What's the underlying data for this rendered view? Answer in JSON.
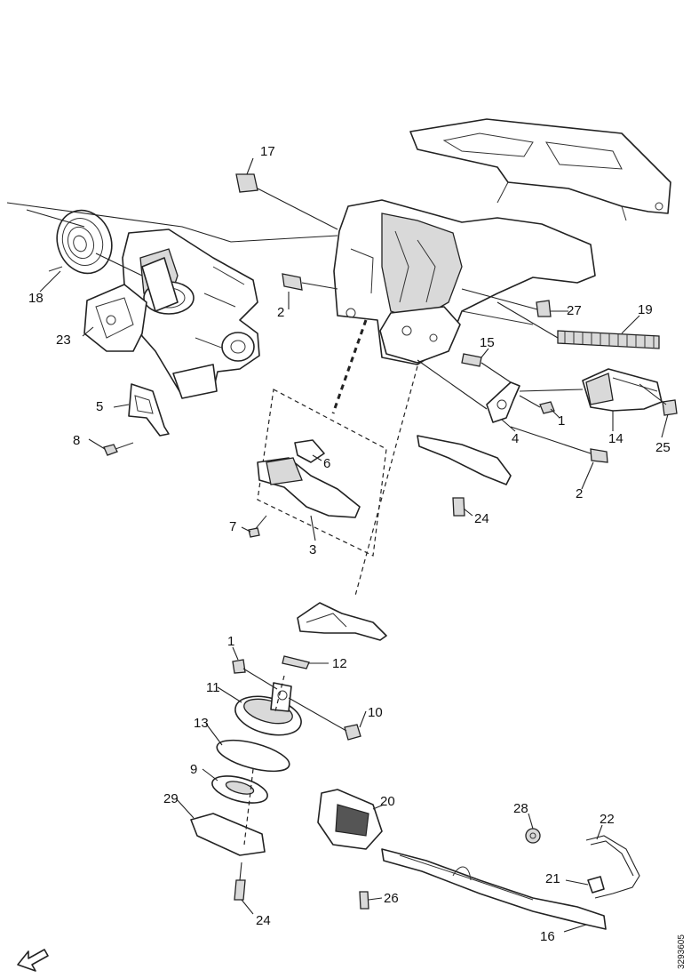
{
  "callouts": {
    "c1a": "1",
    "c1b": "1",
    "c2a": "2",
    "c2b": "2",
    "c3": "3",
    "c4": "4",
    "c5": "5",
    "c6": "6",
    "c7": "7",
    "c8": "8",
    "c9": "9",
    "c10": "10",
    "c11": "11",
    "c12": "12",
    "c13": "13",
    "c14": "14",
    "c15": "15",
    "c16": "16",
    "c17": "17",
    "c18": "18",
    "c19": "19",
    "c20": "20",
    "c21": "21",
    "c22": "22",
    "c23": "23",
    "c24a": "24",
    "c24b": "24",
    "c25": "25",
    "c26": "26",
    "c27": "27",
    "c28": "28",
    "c29": "29"
  },
  "reference_code": "3293605"
}
